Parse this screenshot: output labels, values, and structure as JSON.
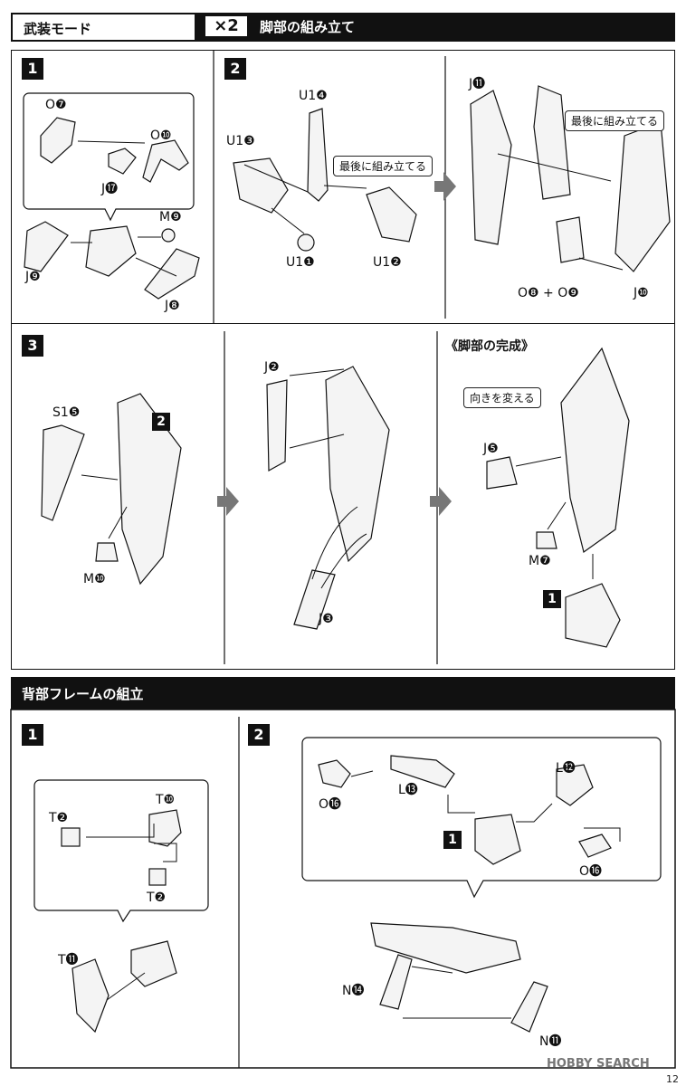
{
  "header": {
    "mode_label": "武装モード",
    "multiplier": "×2",
    "title": "脚部の組み立て"
  },
  "leg_section": {
    "step1": {
      "number": "1",
      "parts": [
        "O❼",
        "O❿",
        "J⓱",
        "M❾",
        "J❾",
        "J❽"
      ]
    },
    "step2": {
      "number": "2",
      "parts": [
        "U1❹",
        "U1❸",
        "U1❶",
        "U1❷",
        "J⓫",
        "O❽ + O❾",
        "J❿"
      ],
      "callout_a": "最後に組み立てる",
      "callout_b": "最後に組み立てる"
    },
    "step3": {
      "number": "3",
      "parts": [
        "S1❺",
        "M❿",
        "J❷",
        "J❸",
        "J❺",
        "M❼"
      ],
      "ref_step_a": "2",
      "ref_step_b": "1",
      "complete_label": "《脚部の完成》",
      "callout": "向きを変える",
      "order_1": "1",
      "order_2": "2"
    }
  },
  "back_section": {
    "title": "背部フレームの組立",
    "step1": {
      "number": "1",
      "parts": [
        "T❷",
        "T❿",
        "T❷",
        "T⓫"
      ]
    },
    "step2": {
      "number": "2",
      "parts": [
        "O⓰",
        "L⓭",
        "L⓬",
        "O⓰",
        "N⓮",
        "N⓫"
      ],
      "ref_step": "1",
      "order_1": "1",
      "order_2": "2"
    }
  },
  "footer": {
    "watermark": "HOBBY SEARCH",
    "page_number": "12"
  },
  "colors": {
    "ink": "#111111",
    "bar": "#111111",
    "paper": "#ffffff",
    "part_fill": "#f4f4f4"
  }
}
